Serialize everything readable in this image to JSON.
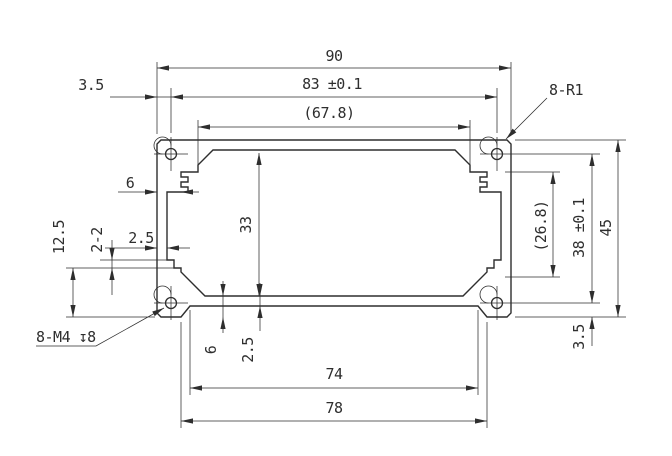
{
  "drawing": {
    "dimensions": {
      "overall_width": "90",
      "hole_spacing_horizontal": "83 ±0.1",
      "inner_width": "(67.8)",
      "hole_edge_offset_top": "3.5",
      "corner_radii": "8-R1",
      "slot_offset_top_left": "6",
      "wall_thickness_left": "2.5",
      "step_height_left": "12.5",
      "double_groove_left": "2-2",
      "inner_height_center": "33",
      "inner_height_right": "(26.8)",
      "hole_spacing_vertical": "38 ±0.1",
      "overall_height": "45",
      "hole_edge_offset_bottom": "3.5",
      "base_depth_bottom": "6",
      "base_thickness_bottom": "2.5",
      "base_width_inner": "74",
      "base_width_outer": "78",
      "tapped_holes": "8-M4 ↧8"
    },
    "colors": {
      "line": "#2e2e2e",
      "background": "#ffffff"
    }
  }
}
